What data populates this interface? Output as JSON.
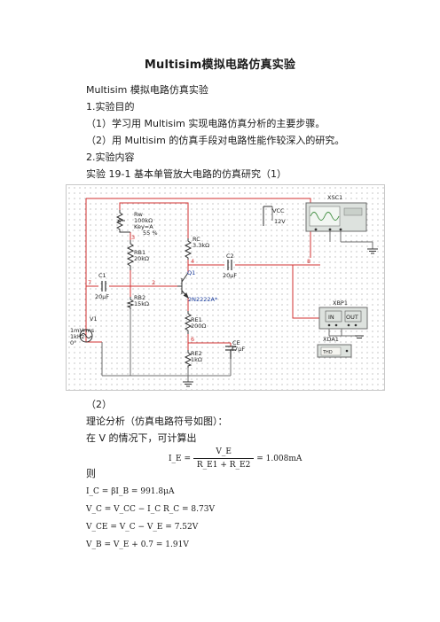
{
  "title": "Multisim模拟电路仿真实验",
  "lines": {
    "subtitle": "Multisim 模拟电路仿真实验",
    "section1": "1.实验目的",
    "goal1": "（1）学习用 Multisim 实现电路仿真分析的主要步骤。",
    "goal2": "（2）用 Multisim 的仿真手段对电路性能作较深入的研究。",
    "section2": "2.实验内容",
    "experiment": "实验 19-1 基本单管放大电路的仿真研究（1）",
    "part2": "（2）",
    "analysis": "理论分析（仿真电路符号如图）：",
    "condition": "在 V 的情况下，可计算出",
    "then": "则"
  },
  "schematic": {
    "components": {
      "rw": [
        "Rw",
        "100kΩ",
        "Key=A",
        "55 %"
      ],
      "rb1": [
        "RB1",
        "20kΩ"
      ],
      "rb2": [
        "RB2",
        "15kΩ"
      ],
      "rc": [
        "RC",
        "3.3kΩ"
      ],
      "c1": [
        "C1",
        "20μF"
      ],
      "c2": [
        "C2",
        "20μF"
      ],
      "q1": [
        "Q1",
        "2N2222A*"
      ],
      "re1": [
        "RE1",
        "200Ω"
      ],
      "re2": [
        "RE2",
        "1kΩ"
      ],
      "ce": [
        "CE",
        "47μF"
      ],
      "v1": [
        "V1",
        "1mVrms",
        "1kHz",
        "0°"
      ],
      "vcc": [
        "VCC",
        "12V"
      ],
      "xsc1": "XSC1",
      "xbp1": "XBP1",
      "xda1": "XDA1"
    },
    "instrument_text": {
      "bode_in": "IN",
      "bode_out": "OUT",
      "dist_screen": "THD"
    },
    "nodes": [
      "3",
      "4",
      "7",
      "2",
      "8",
      "6"
    ],
    "colors": {
      "wire": "#d23030",
      "gray_wire": "#6d6d6d",
      "blue_label": "#1a3d9e"
    }
  },
  "formulas": {
    "ie": {
      "lhs": "I_E =",
      "num": "V_E",
      "den": "R_E1 + R_E2",
      "rhs": "= 1.008mA"
    },
    "ic": "I_C = βI_B = 991.8μA",
    "vc": "V_C = V_CC − I_C R_C = 8.73V",
    "vce": "V_CE = V_C − V_E = 7.52V",
    "vb": "V_B = V_E + 0.7 = 1.91V"
  }
}
